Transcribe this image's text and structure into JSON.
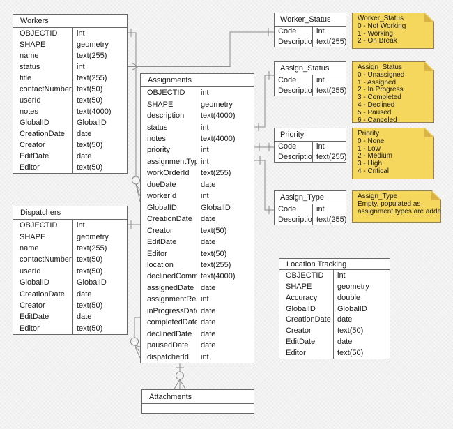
{
  "colors": {
    "note_fill": "#F5D75E",
    "note_border": "#8F8057",
    "note_fold": "#D9B348",
    "table_border": "#676767",
    "connector": "#8C8C8C",
    "bg": "#F2F2F2"
  },
  "tables": {
    "workers": {
      "title": "Workers",
      "fields": [
        {
          "name": "OBJECTID",
          "type": "int"
        },
        {
          "name": "SHAPE",
          "type": "geometry"
        },
        {
          "name": "name",
          "type": "text(255)"
        },
        {
          "name": "status",
          "type": "int"
        },
        {
          "name": "title",
          "type": "text(255)"
        },
        {
          "name": "contactNumber",
          "type": "text(50)"
        },
        {
          "name": "userId",
          "type": "text(50)"
        },
        {
          "name": "notes",
          "type": "text(4000)"
        },
        {
          "name": "GlobalID",
          "type": "GlobalID"
        },
        {
          "name": "CreationDate",
          "type": "date"
        },
        {
          "name": "Creator",
          "type": "text(50)"
        },
        {
          "name": "EditDate",
          "type": "date"
        },
        {
          "name": "Editor",
          "type": "text(50)"
        }
      ]
    },
    "dispatchers": {
      "title": "Dispatchers",
      "fields": [
        {
          "name": "OBJECTID",
          "type": "int"
        },
        {
          "name": "SHAPE",
          "type": "geometry"
        },
        {
          "name": "name",
          "type": "text(255)"
        },
        {
          "name": "contactNumber",
          "type": "text(50)"
        },
        {
          "name": "userId",
          "type": "text(50)"
        },
        {
          "name": "GlobalID",
          "type": "GlobalID"
        },
        {
          "name": "CreationDate",
          "type": "date"
        },
        {
          "name": "Creator",
          "type": "text(50)"
        },
        {
          "name": "EditDate",
          "type": "date"
        },
        {
          "name": "Editor",
          "type": "text(50)"
        }
      ]
    },
    "assignments": {
      "title": "Assignments",
      "fields": [
        {
          "name": "OBJECTID",
          "type": "int"
        },
        {
          "name": "SHAPE",
          "type": "geometry"
        },
        {
          "name": "description",
          "type": "text(4000)"
        },
        {
          "name": "status",
          "type": "int"
        },
        {
          "name": "notes",
          "type": "text(4000)"
        },
        {
          "name": "priority",
          "type": "int"
        },
        {
          "name": "assignmentType",
          "type": "int"
        },
        {
          "name": "workOrderId",
          "type": "text(255)"
        },
        {
          "name": "dueDate",
          "type": "date"
        },
        {
          "name": "workerId",
          "type": "int"
        },
        {
          "name": "GlobalID",
          "type": "GlobalID"
        },
        {
          "name": "CreationDate",
          "type": "date"
        },
        {
          "name": "Creator",
          "type": "text(50)"
        },
        {
          "name": "EditDate",
          "type": "date"
        },
        {
          "name": "Editor",
          "type": "text(50)"
        },
        {
          "name": "location",
          "type": "text(255)"
        },
        {
          "name": "declinedComment",
          "type": "text(4000)"
        },
        {
          "name": "assignedDate",
          "type": "date"
        },
        {
          "name": "assignmentRead",
          "type": "int"
        },
        {
          "name": "inProgressDate",
          "type": "date"
        },
        {
          "name": "completedDate",
          "type": "date"
        },
        {
          "name": "declinedDate",
          "type": "date"
        },
        {
          "name": "pausedDate",
          "type": "date"
        },
        {
          "name": "dispatcherId",
          "type": "int"
        }
      ]
    },
    "worker_status": {
      "title": "Worker_Status",
      "fields": [
        {
          "name": "Code",
          "type": "int"
        },
        {
          "name": "Description",
          "type": "text(255)"
        }
      ]
    },
    "assign_status": {
      "title": "Assign_Status",
      "fields": [
        {
          "name": "Code",
          "type": "int"
        },
        {
          "name": "Description",
          "type": "text(255)"
        }
      ]
    },
    "priority": {
      "title": "Priority",
      "fields": [
        {
          "name": "Code",
          "type": "int"
        },
        {
          "name": "Description",
          "type": "text(255)"
        }
      ]
    },
    "assign_type": {
      "title": "Assign_Type",
      "fields": [
        {
          "name": "Code",
          "type": "int"
        },
        {
          "name": "Description",
          "type": "text(255)"
        }
      ]
    },
    "location_tracking": {
      "title": "Location Tracking",
      "fields": [
        {
          "name": "OBJECTID",
          "type": "int"
        },
        {
          "name": "SHAPE",
          "type": "geometry"
        },
        {
          "name": "Accuracy",
          "type": "double"
        },
        {
          "name": "GlobalID",
          "type": "GlobalID"
        },
        {
          "name": "CreationDate",
          "type": "date"
        },
        {
          "name": "Creator",
          "type": "text(50)"
        },
        {
          "name": "EditDate",
          "type": "date"
        },
        {
          "name": "Editor",
          "type": "text(50)"
        }
      ]
    },
    "attachments": {
      "title": "Attachments",
      "fields": []
    }
  },
  "notes": {
    "worker_status": {
      "title": "Worker_Status",
      "lines": [
        "0 - Not Working",
        "1 - Working",
        "2 - On Break"
      ]
    },
    "assign_status": {
      "title": "Assign_Status",
      "lines": [
        "0 - Unassigned",
        "1 - Assigned",
        "2 - In Progress",
        "3 - Completed",
        "4 - Declined",
        "5 - Paused",
        "6 - Canceled"
      ]
    },
    "priority": {
      "title": "Priority",
      "lines": [
        "0 - None",
        "1 - Low",
        "2 - Medium",
        "3 - High",
        "4 - Critical"
      ]
    },
    "assign_type": {
      "title": "Assign_Type",
      "lines": [
        "Empty, populated as",
        "assignment types are added"
      ]
    }
  }
}
